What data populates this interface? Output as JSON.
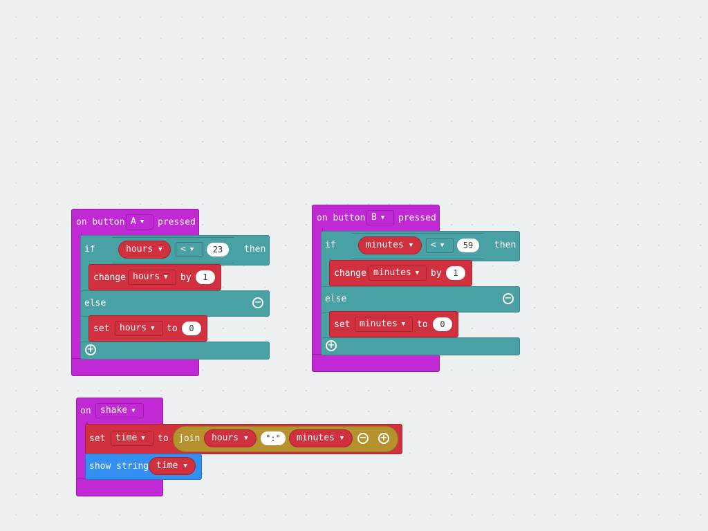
{
  "on_button_a": {
    "on_button_label": "on button",
    "button_value": "A",
    "pressed_label": "pressed",
    "if_label": "if",
    "var_left": "hours",
    "operator": "<",
    "compare_value": "23",
    "then_label": "then",
    "change_label": "change",
    "change_var": "hours",
    "by_label": "by",
    "change_amount": "1",
    "else_label": "else",
    "set_label": "set",
    "set_var": "hours",
    "to_label": "to",
    "set_value": "0"
  },
  "on_button_b": {
    "on_button_label": "on button",
    "button_value": "B",
    "pressed_label": "pressed",
    "if_label": "if",
    "var_left": "minutes",
    "operator": "<",
    "compare_value": "59",
    "then_label": "then",
    "change_label": "change",
    "change_var": "minutes",
    "by_label": "by",
    "change_amount": "1",
    "else_label": "else",
    "set_label": "set",
    "set_var": "minutes",
    "to_label": "to",
    "set_value": "0"
  },
  "on_shake": {
    "on_label": "on",
    "gesture": "shake",
    "set_label": "set",
    "set_var": "time",
    "to_label": "to",
    "join_label": "join",
    "join_var_1": "hours",
    "join_string": "\":\"",
    "join_var_2": "minutes",
    "show_string_label": "show string",
    "show_var": "time"
  },
  "icons": {
    "minus": "−",
    "plus": "+",
    "caret": "▼"
  },
  "colors": {
    "events": "#c029d3",
    "logic": "#4aa1a4",
    "variables": "#d1313f",
    "text": "#b6922e",
    "basic": "#3390f0",
    "workspace": "#ecf0f1"
  }
}
